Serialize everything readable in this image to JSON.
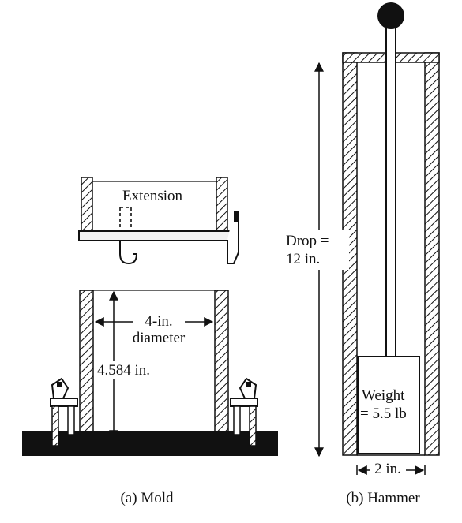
{
  "mold": {
    "extension_label": "Extension",
    "diameter_line1": "4-in.",
    "diameter_line2": "diameter",
    "height_label": "4.584 in.",
    "caption": "(a) Mold"
  },
  "hammer": {
    "drop_line1": "Drop =",
    "drop_line2": "12 in.",
    "weight_line1": "Weight",
    "weight_line2": "= 5.5 lb",
    "width_label": "2 in.",
    "caption": "(b) Hammer"
  },
  "colors": {
    "ink": "#111111",
    "paper": "#ffffff"
  }
}
